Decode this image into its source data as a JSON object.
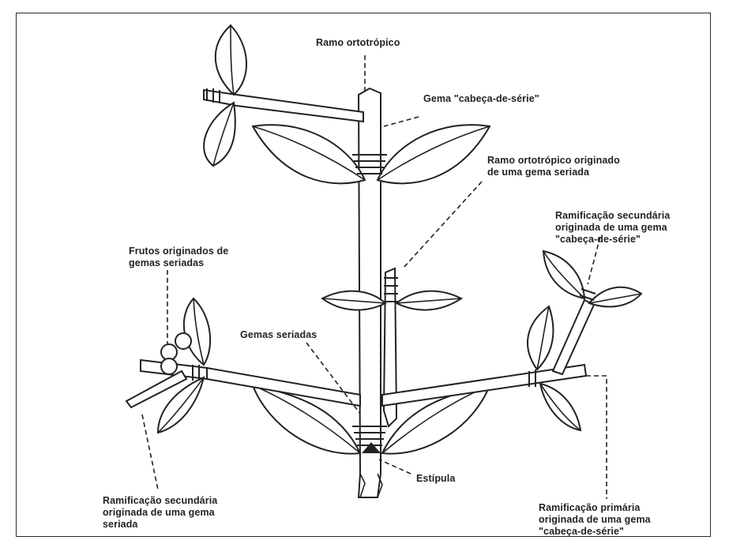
{
  "labels": {
    "ramo_ortotropico": "Ramo ortotrópico",
    "gema_cabeca_serie": "Gema \"cabeça-de-série\"",
    "ramo_ortotropico_originado": "Ramo ortotrópico originado\nde uma gema seriada",
    "ramificacao_secundaria_cabeca": "Ramificação secundária\noriginada de uma gema\n\"cabeça-de-série\"",
    "frutos_originados": "Frutos originados de\ngemas seriadas",
    "gemas_seriadas": "Gemas seriadas",
    "estipula": "Estípula",
    "ramificacao_secundaria_seriada": "Ramificação secundária\noriginada de uma gema\nseriada",
    "ramificacao_primaria": "Ramificação primária\noriginada de uma gema\n\"cabeça-de-série\""
  }
}
